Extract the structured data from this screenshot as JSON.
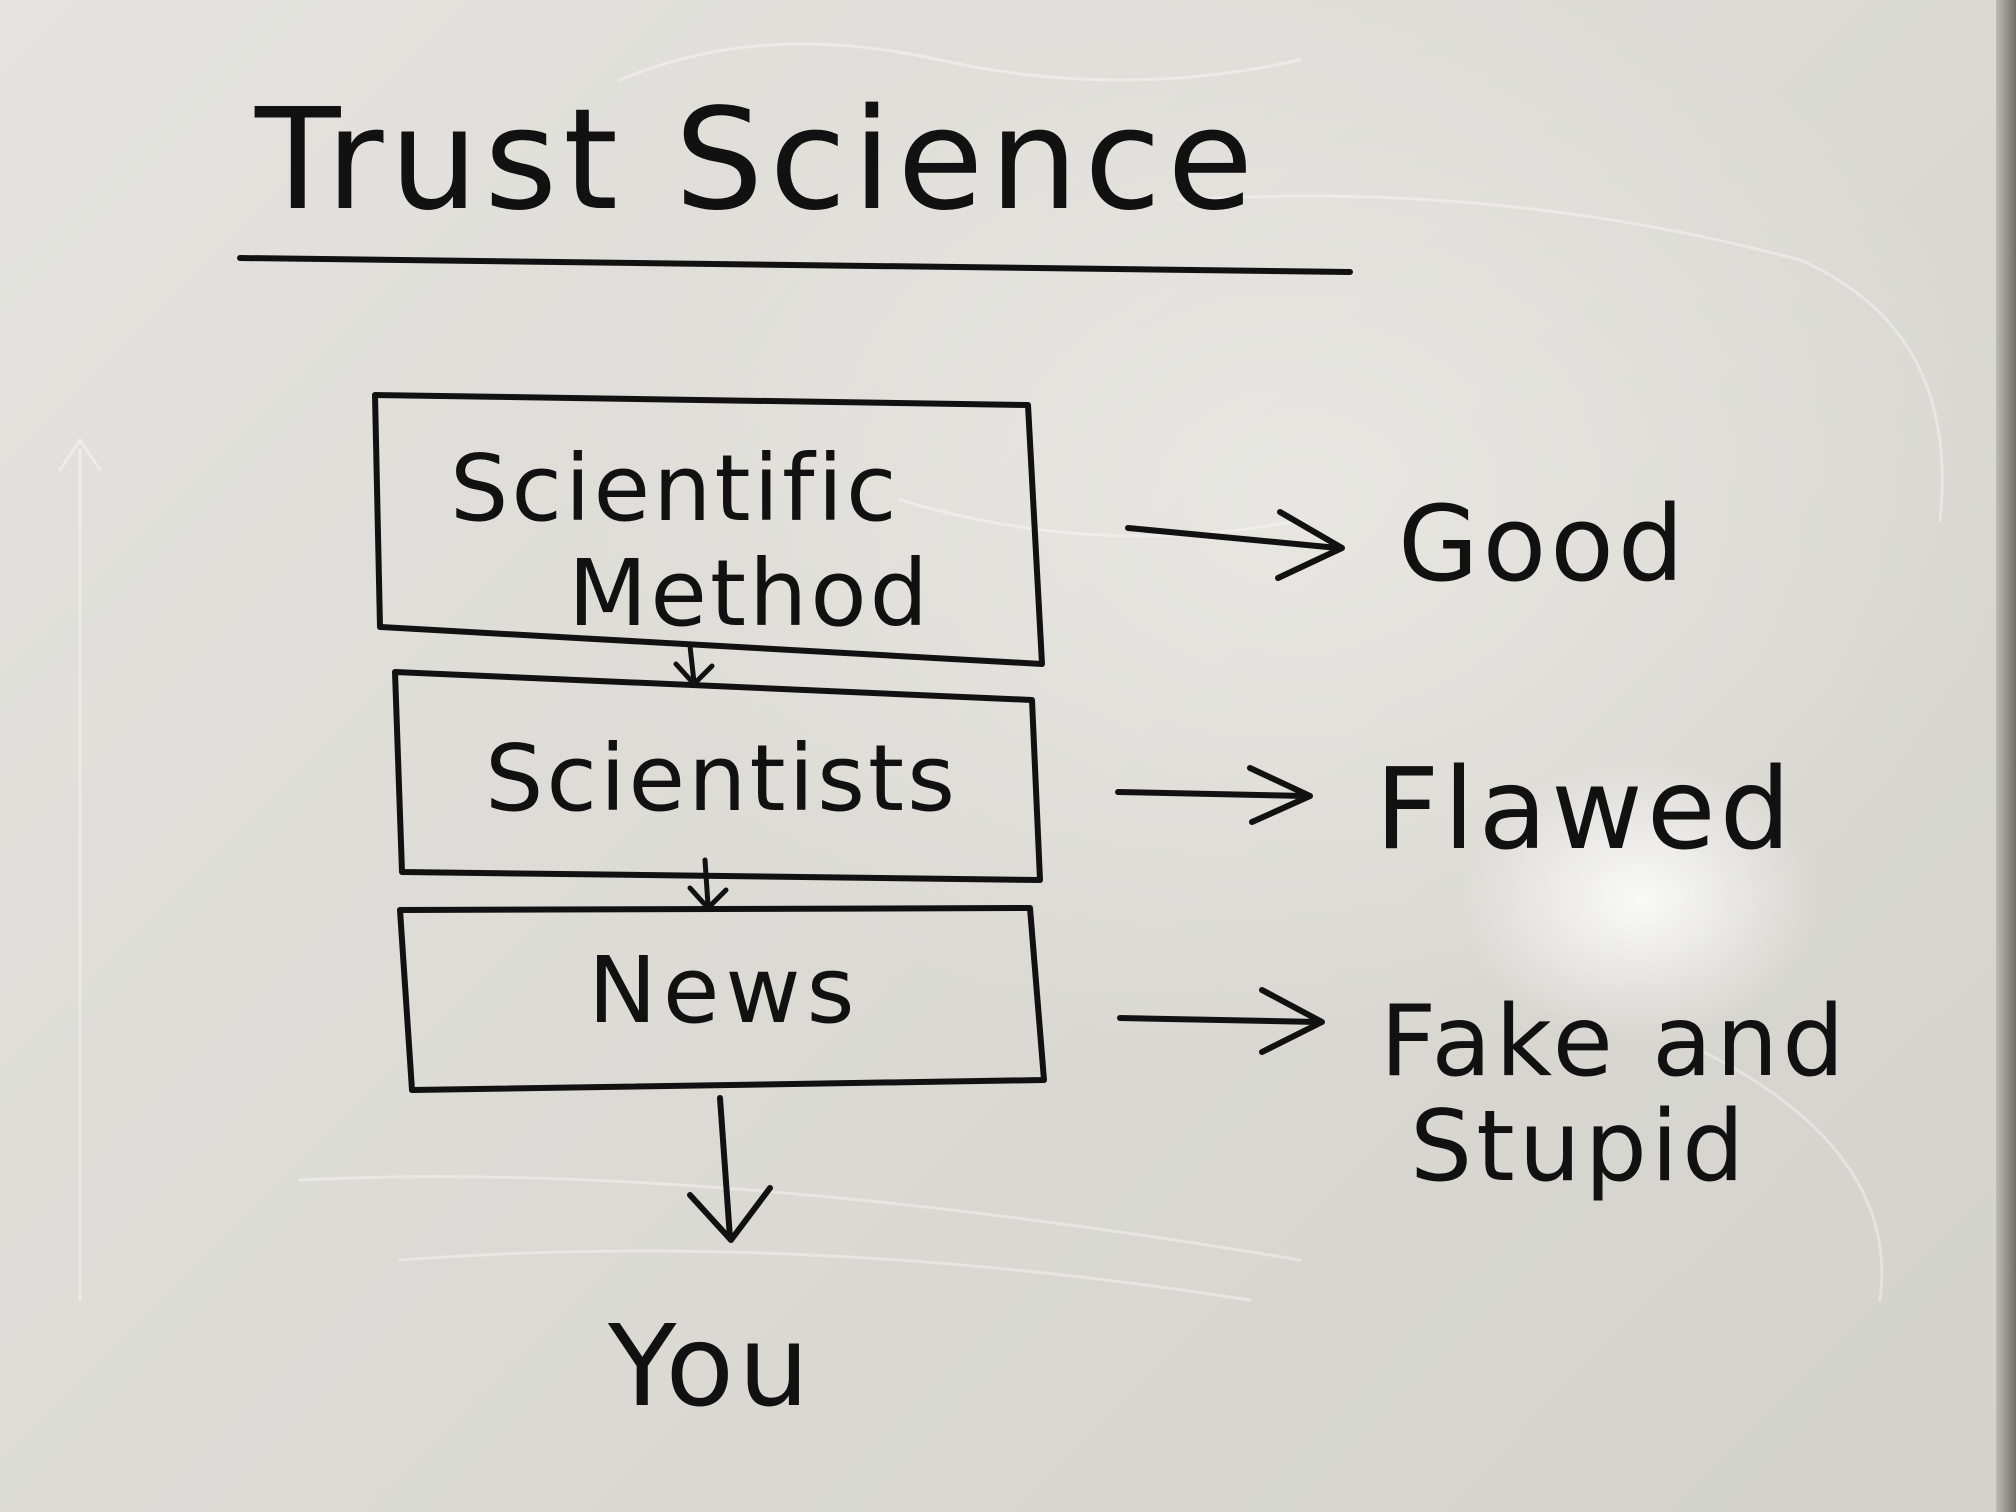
{
  "title": "Trust Science",
  "boxes": [
    {
      "lines": [
        "Scientific",
        "Method"
      ],
      "result": "Good"
    },
    {
      "lines": [
        "Scientists"
      ],
      "result": "Flawed"
    },
    {
      "lines": [
        "News"
      ],
      "result_lines": [
        "Fake and",
        "Stupid"
      ]
    }
  ],
  "end_label": "You",
  "ink_color": "#111111",
  "board_color": "#e0dfda"
}
